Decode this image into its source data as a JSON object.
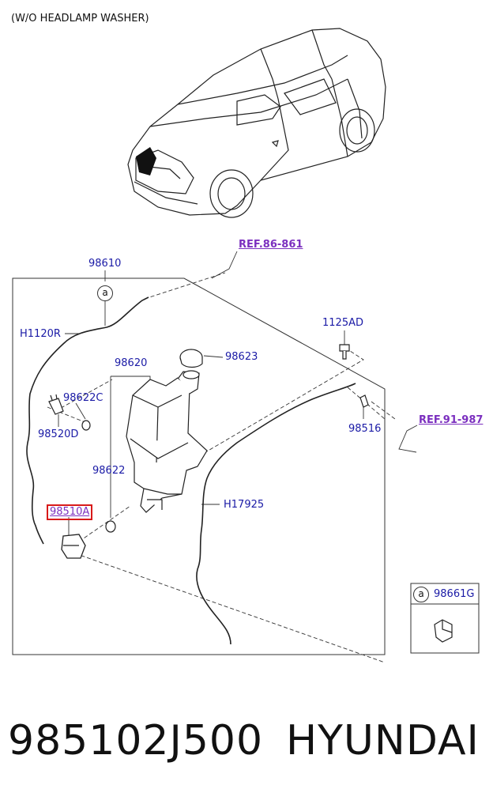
{
  "caption": "(W/O HEADLAMP WASHER)",
  "refs": {
    "ref_top": "REF.86-861",
    "ref_right": "REF.91-987"
  },
  "labels": {
    "p98610": "98610",
    "p_circle_a": "a",
    "pH1120R": "H1120R",
    "p1125AD": "1125AD",
    "p98620": "98620",
    "p98623": "98623",
    "p98622C": "98622C",
    "p98520D": "98520D",
    "p98516": "98516",
    "p98622": "98622",
    "pH17925": "H17925",
    "p98510A": "98510A",
    "legend_a": "a",
    "p98661G": "98661G"
  },
  "footer": {
    "part_number": "985102J500",
    "brand": "HYUNDAI"
  },
  "colors": {
    "label_blue": "#1a1aa6",
    "ref_purple": "#7b2fbf",
    "highlight_red": "#d81a1a",
    "line_dark": "#222222"
  }
}
